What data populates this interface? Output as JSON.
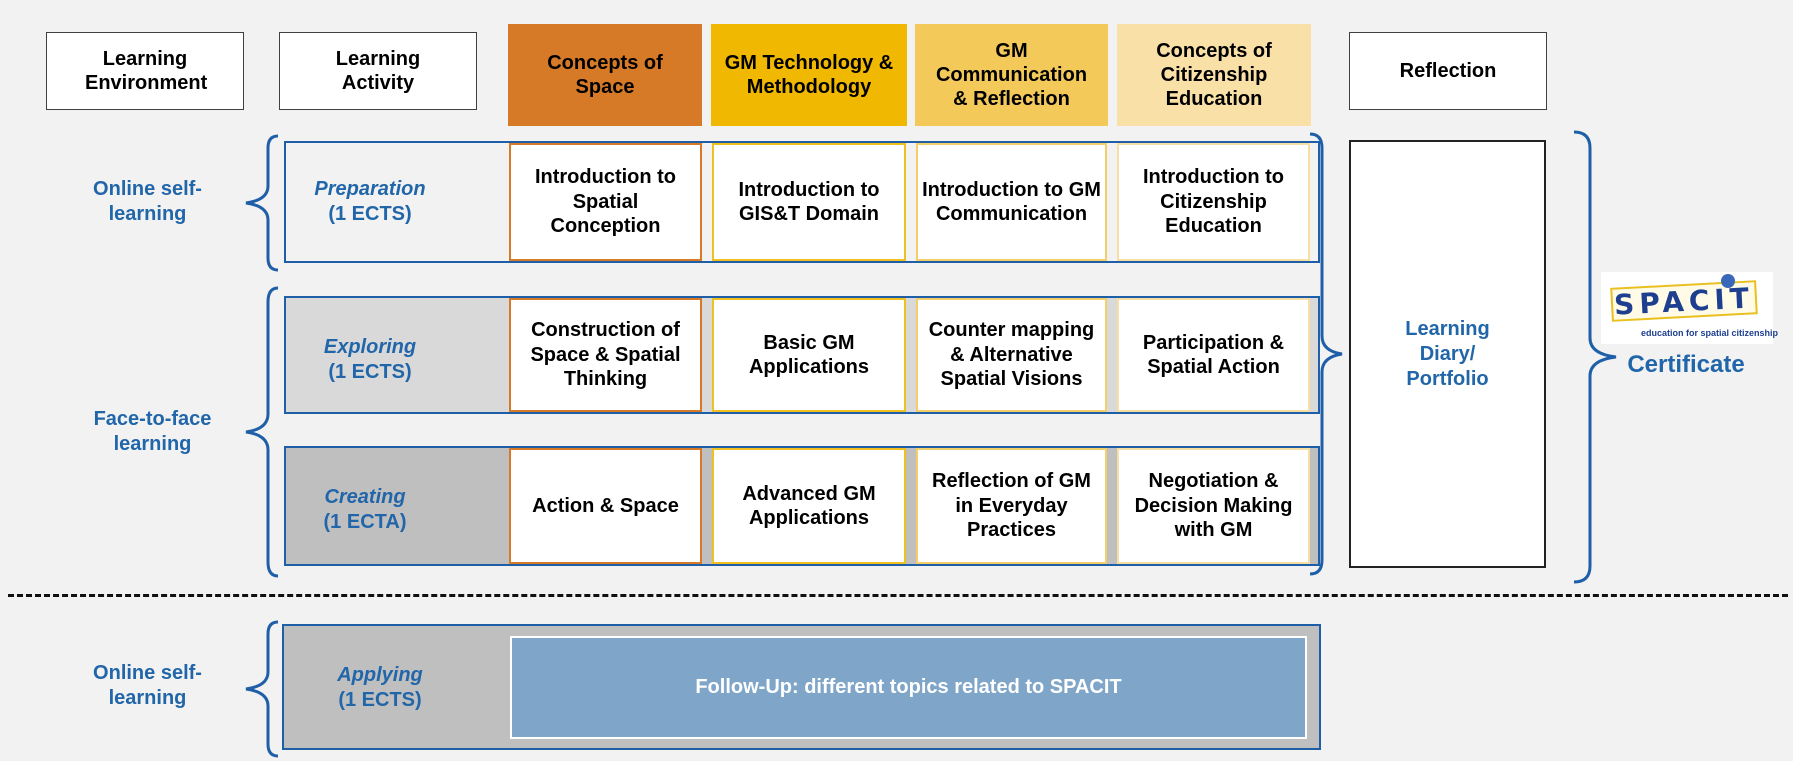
{
  "headers": {
    "learning_environment": "Learning Environment",
    "learning_activity": "Learning Activity",
    "concepts_of_space": "Concepts of Space",
    "gm_technology": "GM Technology & Methodology",
    "gm_communication": "GM Communication & Reflection",
    "concepts_of_citizenship": "Concepts of Citizenship Education",
    "reflection": "Reflection"
  },
  "environments": {
    "online_top": "Online self-learning",
    "face_to_face": "Face-to-face learning",
    "online_bottom": "Online self-learning"
  },
  "activities": {
    "preparation": {
      "name": "Preparation",
      "credits": "(1 ECTS)"
    },
    "exploring": {
      "name": "Exploring",
      "credits": "(1 ECTS)"
    },
    "creating": {
      "name": "Creating",
      "credits": "(1 ECTA)"
    },
    "applying": {
      "name": "Applying",
      "credits": "(1 ECTS)"
    }
  },
  "rows": {
    "preparation": [
      "Introduction to Spatial Conception",
      "Introduction to GIS&T Domain",
      "Introduction to GM Communication",
      "Introduction to Citizenship Education"
    ],
    "exploring": [
      "Construction of Space & Spatial Thinking",
      "Basic GM Applications",
      "Counter mapping & Alternative Spatial Visions",
      "Participation & Spatial Action"
    ],
    "creating": [
      "Action & Space",
      "Advanced GM Applications",
      "Reflection of GM in Everyday Practices",
      "Negotiation & Decision Making with GM"
    ]
  },
  "reflection_box": "Learning Diary/ Portfolio",
  "logo": {
    "text": "SPACIT",
    "tagline": "education for spatial citizenship"
  },
  "certificate": "Certificate",
  "follow_up": "Follow-Up: different topics related to SPACIT",
  "colors": {
    "orange": "#d77a28",
    "yellow": "#f0b800",
    "light_yellow": "#f3c95a",
    "cream": "#f8e0a6",
    "blue_text": "#2266aa",
    "follow_up_fill": "#7fa6c9"
  }
}
